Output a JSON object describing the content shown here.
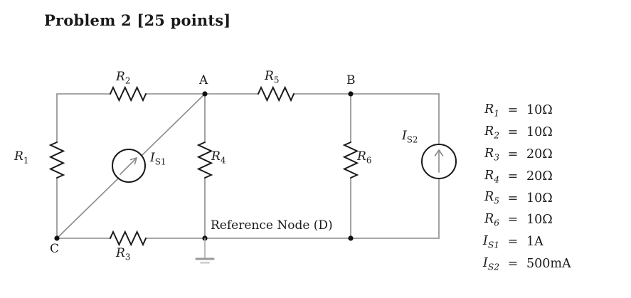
{
  "title": "Problem 2 [25 points]",
  "colors": {
    "background": "#ffffff",
    "wire": "#8a8a8a",
    "component": "#1a1a1a",
    "text": "#1a1a1a"
  },
  "circuit": {
    "nodes": {
      "A": "A",
      "B": "B",
      "C": "C"
    },
    "reference_node_label": "Reference Node (D)",
    "labels": {
      "R1": {
        "base": "R",
        "sub": "1"
      },
      "R2": {
        "base": "R",
        "sub": "2"
      },
      "R3": {
        "base": "R",
        "sub": "3"
      },
      "R4": {
        "base": "R",
        "sub": "4"
      },
      "R5": {
        "base": "R",
        "sub": "5"
      },
      "R6": {
        "base": "R",
        "sub": "6"
      },
      "IS1": {
        "base": "I",
        "sub": "S1"
      },
      "IS2": {
        "base": "I",
        "sub": "S2"
      }
    }
  },
  "values_table": {
    "rows": [
      {
        "base": "R",
        "sub": "1",
        "eq": "=",
        "value": "10Ω"
      },
      {
        "base": "R",
        "sub": "2",
        "eq": "=",
        "value": "10Ω"
      },
      {
        "base": "R",
        "sub": "3",
        "eq": "=",
        "value": "20Ω"
      },
      {
        "base": "R",
        "sub": "4",
        "eq": "=",
        "value": "20Ω"
      },
      {
        "base": "R",
        "sub": "5",
        "eq": "=",
        "value": "10Ω"
      },
      {
        "base": "R",
        "sub": "6",
        "eq": "=",
        "value": "10Ω"
      },
      {
        "base": "I",
        "sub": "S1",
        "eq": "=",
        "value": "1A"
      },
      {
        "base": "I",
        "sub": "S2",
        "eq": "=",
        "value": "500mA"
      }
    ]
  }
}
